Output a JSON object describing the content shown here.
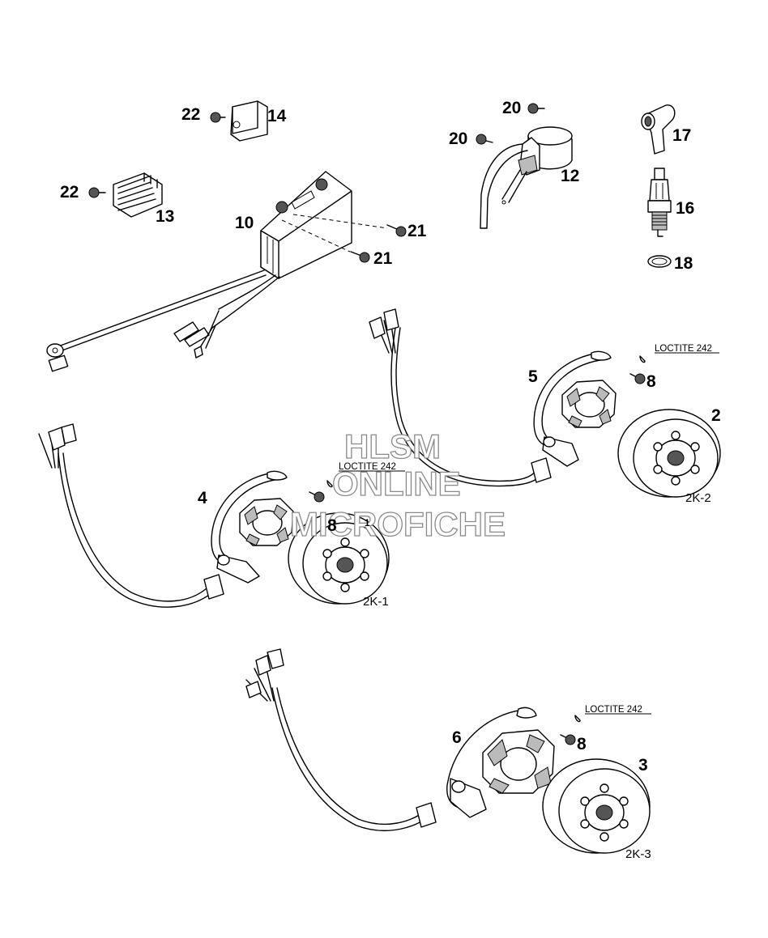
{
  "callouts": {
    "c2": "2",
    "c3": "3",
    "c4": "4",
    "c5": "5",
    "c6": "6",
    "c8a": "8",
    "c8b": "8",
    "c8c": "8",
    "c10": "10",
    "c12": "12",
    "c13": "13",
    "c14": "14",
    "c16": "16",
    "c17": "17",
    "c18": "18",
    "c20a": "20",
    "c20b": "20",
    "c21a": "21",
    "c21b": "21",
    "c22a": "22",
    "c22b": "22"
  },
  "group_labels": {
    "k1": "2K-1",
    "k2": "2K-2",
    "k3": "2K-3"
  },
  "loctite": {
    "a": "LOCTITE 242",
    "b": "LOCTITE 242",
    "c": "LOCTITE 242"
  },
  "stray_mark": "1",
  "watermark": {
    "line1": "HLSM",
    "line2": "ONLINE",
    "line3": "MICROFICHE"
  }
}
